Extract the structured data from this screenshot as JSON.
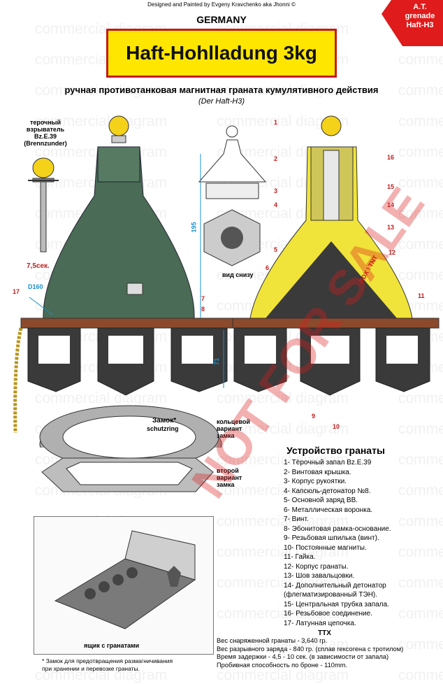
{
  "header": {
    "credit": "Designed and Painted by Evgeny Kravchenko  aka  Jhonni ©",
    "corner_badge": "A.T.\ngrenade\nHaft-H3",
    "country": "GERMANY",
    "title": "Haft-Hohlladung 3kg",
    "subtitle": "ручная противотанковая магнитная граната кумулятивного действия",
    "subtitle_de": "(Der Haft-H3)"
  },
  "watermark": {
    "stamp": "NOT FOR SALE",
    "repeat": "commercial diagram"
  },
  "fuze_callout": {
    "name": "терочный\nвзрыватель\nBz.E.39\n(Brennzunder)",
    "delay": "7,5сек."
  },
  "dimensions": {
    "height_main": "195",
    "diameter": "D160",
    "height_base": "71"
  },
  "bottom_view_label": "вид снизу",
  "ring_labels": {
    "zamok": "Замок*",
    "schutzring": "schutzring",
    "variant1": "кольцевой\nвариант\nзамка",
    "variant2": "второй\nвариант\nзамка"
  },
  "box": {
    "label": "ящик с гранатами",
    "footnote": "* Замок для предотвращения размагничивания\nпри хранении и перевозке гранаты."
  },
  "section_text": {
    "rdx": "RDX \\ TNT"
  },
  "callout_numbers": [
    "1",
    "2",
    "3",
    "4",
    "5",
    "6",
    "7",
    "8",
    "9",
    "10",
    "11",
    "12",
    "13",
    "14",
    "15",
    "16",
    "17"
  ],
  "device": {
    "title": "Устройство гранаты",
    "items": [
      "1- Тёрочный запал Bz.E.39",
      "2- Винтовая крышка.",
      "3- Корпус рукоятки.",
      "4- Капсюль-детонатор №8.",
      "5- Основной заряд ВВ.",
      "6- Металлическая воронка.",
      "7- Винт.",
      "8- Эбонитовая рамка-основание.",
      "9- Резьбовая шпилька (винт).",
      "10- Постоянные магниты.",
      "11- Гайка.",
      "12- Корпус гранаты.",
      "13- Шов завальцовки.",
      "14- Дополнительный детонатор",
      "(флегматизированный ТЭН).",
      "15- Центральная трубка запала.",
      "16- Резьбовое соединение.",
      "17- Латунная цепочка."
    ]
  },
  "ttx": {
    "title": "ТТХ",
    "items": [
      "Вес снаряженной гранаты - 3,640 гр.",
      "Вес разрывного заряда - 840 гр. (сплав гексогена с тротилом)",
      "Время задержки - 4,5 - 10 сек. (в зависимости от запала)",
      "Пробивная способность по броне - 110mm."
    ]
  },
  "colors": {
    "title_bg": "#ffe600",
    "title_border": "#c41a1a",
    "grenade_body": "#4a6b55",
    "magnet": "#3a3a3a",
    "base": "#8b4a2b",
    "explosive": "#f0e43a"
  }
}
